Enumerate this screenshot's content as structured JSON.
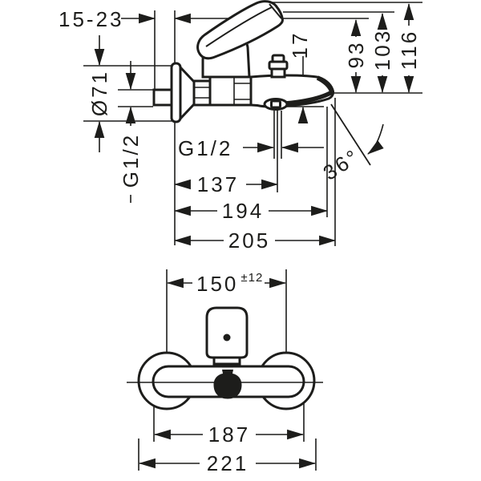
{
  "drawing": {
    "ink_color": "#1d1d1b",
    "background_color": "#ffffff",
    "type": "technical-installation-diagram"
  },
  "side_view": {
    "wall_distance_range": "15-23",
    "escutcheon_diameter": "Ø71",
    "wall_connection_thread": "G1/2",
    "spout_edge_height": "17",
    "height_to_spout_tip": "93",
    "height_to_lever_tip": "103",
    "height_total": "116",
    "shower_outlet_thread": "G1/2",
    "depth_to_shower_outlet": "137",
    "depth_to_spout_mouth": "194",
    "depth_total": "205",
    "spout_angle": "36°"
  },
  "front_view": {
    "connection_center_distance": "150",
    "connection_tolerance": "±12",
    "body_width": "187",
    "overall_width": "221"
  }
}
